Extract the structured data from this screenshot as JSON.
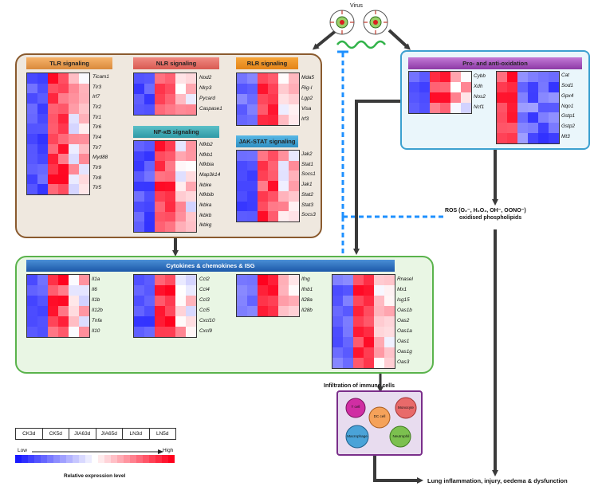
{
  "virus": {
    "label": "Virus"
  },
  "colors": {
    "tlr_panel": "#efe8df",
    "tlr_border": "#8a5a2e",
    "cyto_panel": "#e9f6e4",
    "cyto_border": "#5ab34c",
    "redox_panel": "#eaf6fb",
    "redox_border": "#3ca0d0",
    "immune_panel": "#e8dcef",
    "immune_border": "#7a2e8a",
    "high": "#e8001c",
    "low": "#1a1aff"
  },
  "tlr": {
    "title": "TLR signaling",
    "genes": [
      "Ticam1",
      "Tlr3",
      "Irf7",
      "Tlr2",
      "Tlr1",
      "Tlr6",
      "Tlr4",
      "Tlr7",
      "Myd88",
      "Tlr9",
      "Tlr8",
      "Tlr5"
    ]
  },
  "nlr": {
    "title": "NLR signaling",
    "genes": [
      "Nod2",
      "Nlrp3",
      "Pycard",
      "Caspase1"
    ]
  },
  "rlr": {
    "title": "RLR signaling",
    "genes": [
      "Mda5",
      "Rig-I",
      "Lgp2",
      "Visa",
      "Irf3"
    ]
  },
  "nfkb": {
    "title": "NF-κB signaling",
    "genes": [
      "Nfkb2",
      "Nfkb1",
      "Nfkbia",
      "Map3k14",
      "Ikbke",
      "Nfkbib",
      "Ikbka",
      "Ikbkb",
      "Ikbkg"
    ]
  },
  "jak": {
    "title": "JAK-STAT signaling",
    "genes": [
      "Jak2",
      "Stat1",
      "Socs1",
      "Jak1",
      "Stat2",
      "Stat3",
      "Socs3"
    ]
  },
  "redox": {
    "title": "Pro- and anti-oxidation",
    "left_genes": [
      "Cybb",
      "Xdh",
      "Nos2",
      "Ncf1"
    ],
    "right_genes": [
      "Cat",
      "Sod1",
      "Gpx4",
      "Nqo1",
      "Gstp1",
      "Gstp2",
      "Mt3"
    ]
  },
  "ros": {
    "line1": "ROS (O₂⁻, H₂O₂, OH⁻, OONO⁻)",
    "line2": "oxidised phospholipids"
  },
  "cyto": {
    "title": "Cytokines & chemokines & ISG",
    "g1": [
      "Il1a",
      "Il6",
      "Il1b",
      "Il12b",
      "Tnfa",
      "Il10"
    ],
    "g2": [
      "Ccl2",
      "Ccl4",
      "Ccl3",
      "Ccl5",
      "Cxcl10",
      "Cxcl9"
    ],
    "g3": [
      "Ifng",
      "Ifnb1",
      "Il28a",
      "Il28b"
    ],
    "g4": [
      "Rnasel",
      "Mx1",
      "Isg15",
      "Oas1b",
      "Oas2",
      "Oas1a",
      "Oas1",
      "Oas1g",
      "Oas3"
    ]
  },
  "immune": {
    "title": "Infiltration of immune cells",
    "cells": [
      "T cell",
      "DC cell",
      "Monocyte",
      "Macrophage",
      "Neutrophil"
    ]
  },
  "outcome": "Lung inflammation, injury, oedema & dysfunction",
  "legend": {
    "groups": [
      "CK3d",
      "CK5d",
      "JIA63d",
      "JIA65d",
      "LN3d",
      "LN5d"
    ],
    "low": "Low",
    "high": "High",
    "caption": "Relative expression level"
  }
}
